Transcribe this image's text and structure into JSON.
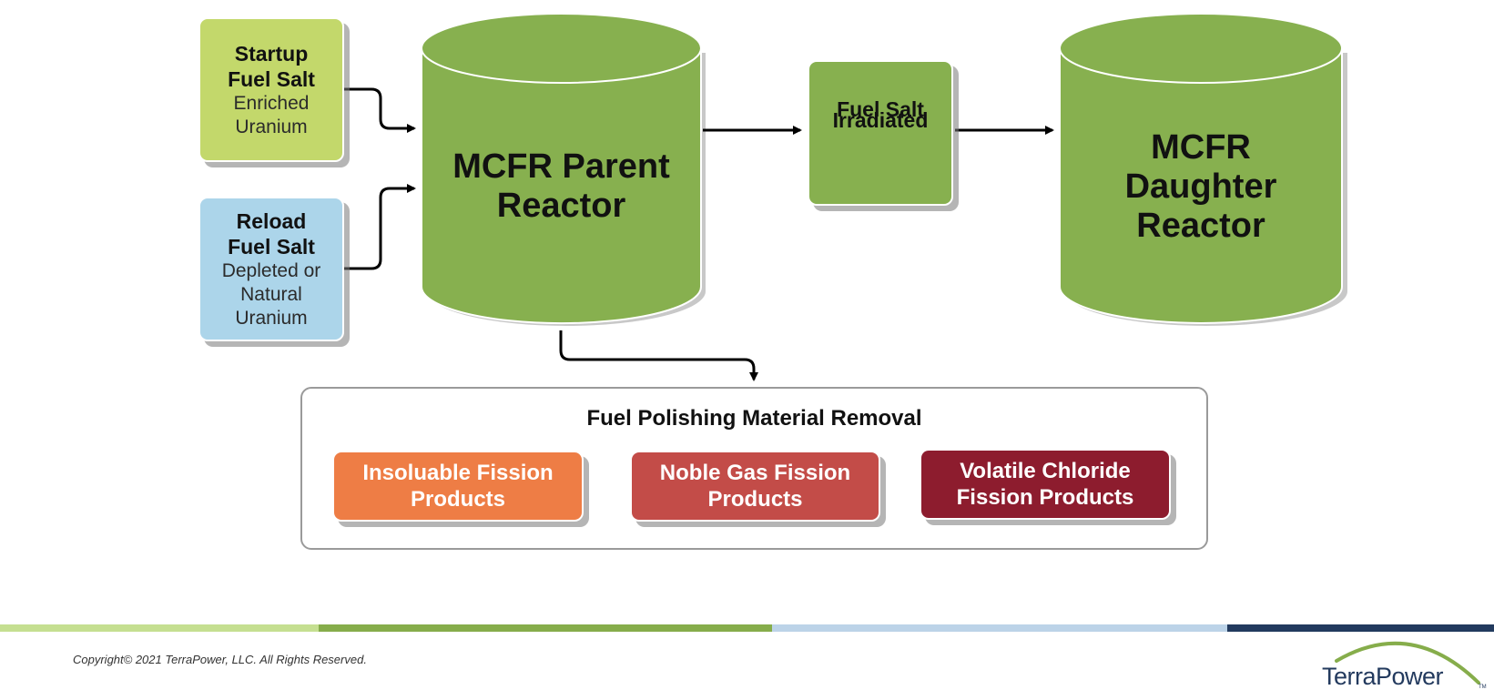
{
  "diagram": {
    "startup": {
      "title_line1": "Startup",
      "title_line2": "Fuel Salt",
      "sub_line1": "Enriched",
      "sub_line2": "Uranium"
    },
    "reload": {
      "title_line1": "Reload",
      "title_line2": "Fuel Salt",
      "sub_line1": "Depleted or",
      "sub_line2": "Natural",
      "sub_line3": "Uranium"
    },
    "parent_reactor": {
      "line1": "MCFR Parent",
      "line2": "Reactor"
    },
    "irradiated": {
      "line1": "Irradiated",
      "line2": "Fuel Salt"
    },
    "daughter_reactor": {
      "line1": "MCFR",
      "line2": "Daughter",
      "line3": "Reactor"
    },
    "fuel_polishing": {
      "title": "Fuel Polishing Material Removal",
      "items": [
        {
          "line1": "Insoluable Fission",
          "line2": "Products"
        },
        {
          "line1": "Noble Gas Fission",
          "line2": "Products"
        },
        {
          "line1": "Volatile Chloride",
          "line2": "Fission Products"
        }
      ]
    },
    "colors": {
      "startup": "#c3d86b",
      "reload": "#acd5ea",
      "reactor_green": "#87b04f",
      "insoluble": "#ee7d45",
      "noble_gas": "#c34c48",
      "volatile": "#8d1c2e"
    }
  },
  "footer": {
    "copyright": "Copyright© 2021 TerraPower, LLC. All Rights Reserved.",
    "logo_text": "TerraPower",
    "logo_tm": "TM",
    "stripe_colors": [
      "#c5df91",
      "#86ad4b",
      "#bcd3e8",
      "#223a5e"
    ]
  }
}
